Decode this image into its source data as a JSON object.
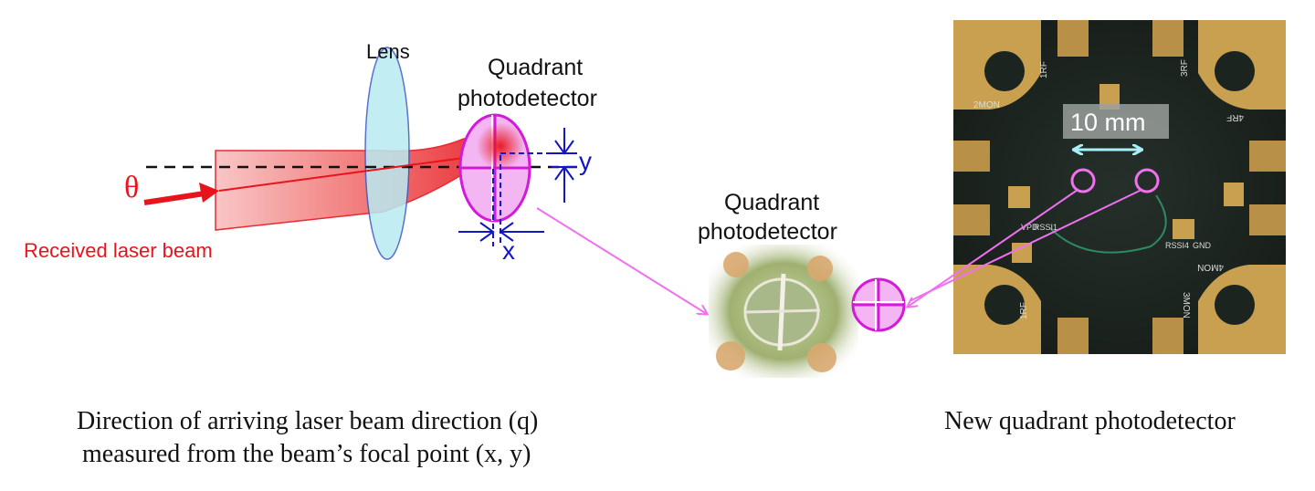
{
  "labels": {
    "lens": "Lens",
    "qpd_top_line1": "Quadrant",
    "qpd_top_line2": "photodetector",
    "axis_y": "y",
    "axis_x": "x",
    "theta": "θ",
    "received_beam": "Received laser beam",
    "qpd_mid_line1": "Quadrant",
    "qpd_mid_line2": "photodetector",
    "scale_bar": "10 mm"
  },
  "board_silkscreen": [
    "3RF",
    "1RF",
    "2MON",
    "4RF",
    "VPD",
    "RSSI4",
    "GND",
    "4MON",
    "3MON",
    "1RF",
    "RSSI1"
  ],
  "captions": {
    "left_line1": "Direction of arriving laser beam direction (q)",
    "left_line2": "measured from the beam’s focal point (x, y)",
    "right": "New quadrant photodetector"
  },
  "colors": {
    "beam_red": "#e8141c",
    "lens_fill": "#b8ecf2",
    "lens_stroke": "#3d58c8",
    "qpd_magenta": "#d21ad8",
    "qpd_fill": "#f3b6f2",
    "dim_blue": "#1515c8",
    "arrow_violet": "#f070f0",
    "board_dark": "#1c2420",
    "pad_gold": "#c9a050",
    "scale_cyan": "#a8f0f8"
  }
}
